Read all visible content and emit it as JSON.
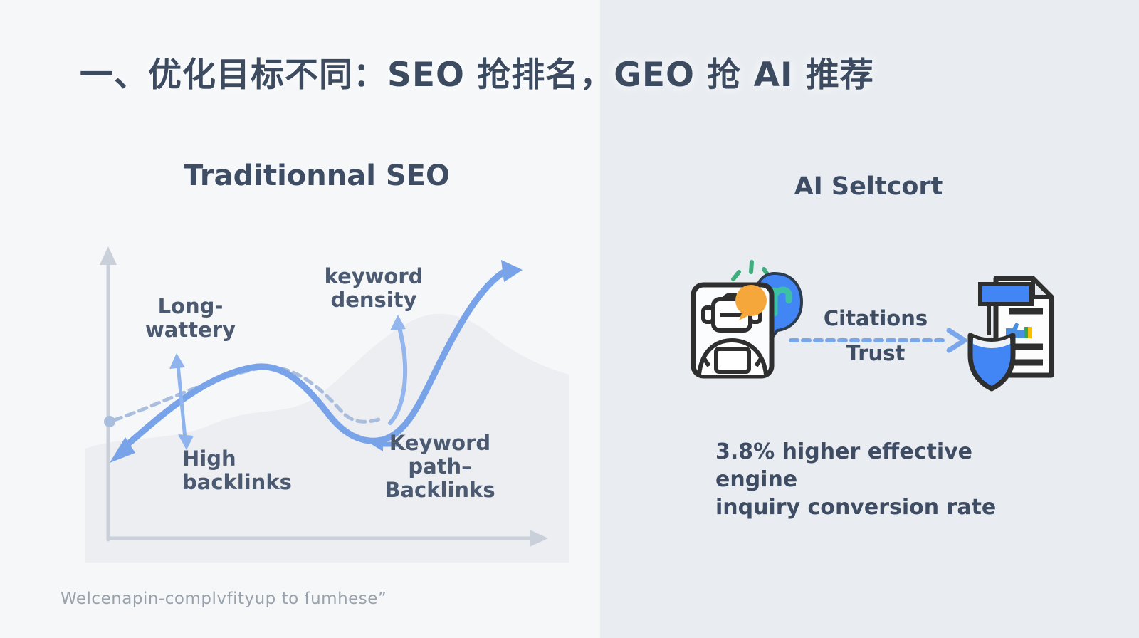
{
  "title": "一、优化目标不同：SEO 抢排名，GEO 抢 AI 推荐",
  "seo_panel": {
    "heading": "Traditionnal SEO",
    "labels": {
      "long_tail": {
        "line1": "Long-",
        "line2": "wattery"
      },
      "keyword_density": {
        "line1": "keyword",
        "line2": "density"
      },
      "high_backlinks": {
        "line1": "High",
        "line2": "backlinks"
      },
      "keyword_path": {
        "line1": "Keyword",
        "line2": "path–",
        "line3": "Backlinks"
      }
    }
  },
  "geo_panel": {
    "heading": "AI Seltcort",
    "flow": {
      "top_label": "Citations",
      "bottom_label": "Trust"
    },
    "stat": {
      "line1": "3.8% higher effective engine",
      "line2": "inquiry conversion rate"
    }
  },
  "footer": "Welcenapin-complvfityup to ſumhese”",
  "icons": {
    "left_flow_icon": "ai-chatbot-card-icon",
    "speech_bubble": "speech-bubble-icon",
    "notification": "orange-dot-icon",
    "sparkles": "sparkle-icon",
    "right_flow_icon": "trusted-document-icon",
    "shield": "shield-icon",
    "endorsement": "thumbs-up-icon",
    "flow_connector": "dashed-arrow-icon"
  },
  "colors": {
    "accent_blue": "#4285f4",
    "curve_blue": "#78a3e8",
    "soft_arrow_blue": "#93b6ee",
    "dashed_blue": "#a9bedd",
    "axis_gray": "#c9d0da",
    "heading_slate": "#3e4d63",
    "label_slate": "#4b5a70",
    "footer_gray": "#99a1ab",
    "orange": "#f5a73b",
    "green": "#3fae7c",
    "left_bg": "#f5f7f9",
    "right_bg": "#e9edf1"
  }
}
